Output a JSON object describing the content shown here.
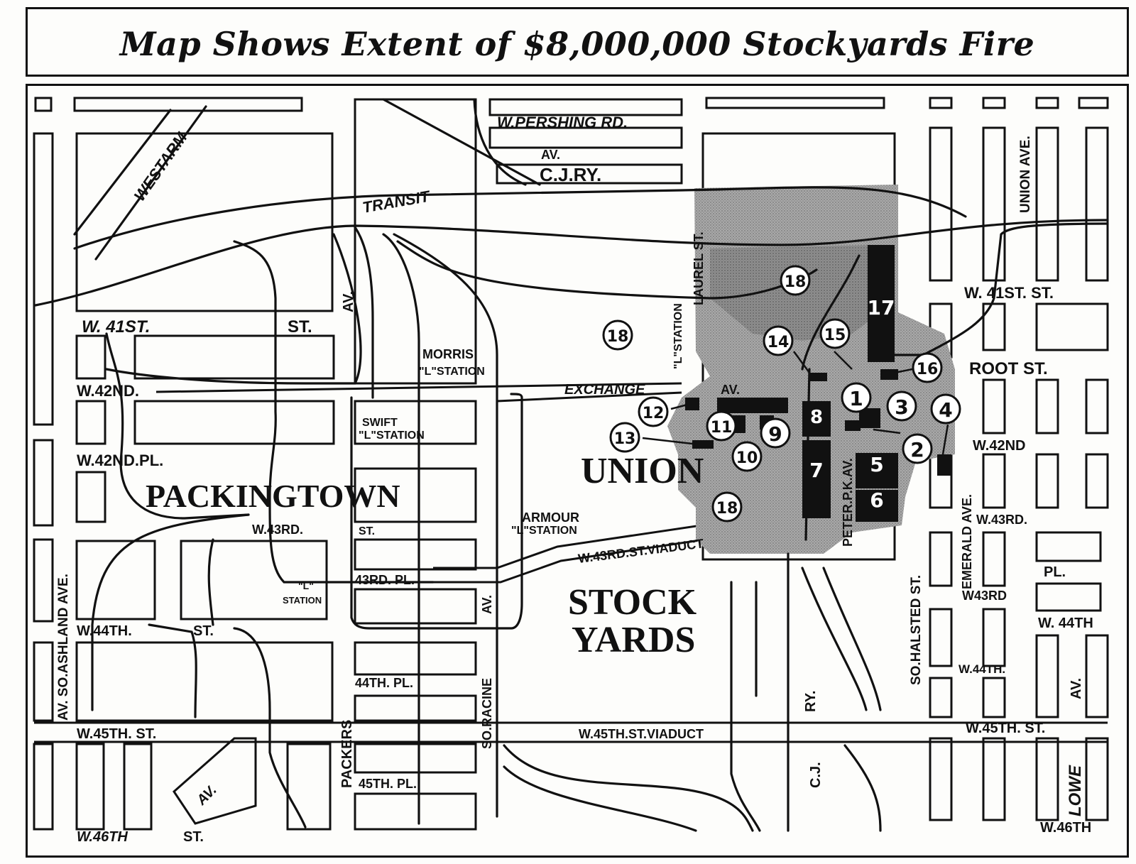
{
  "title": "Map Shows Extent of $8,000,000 Stockyards Fire",
  "districts": {
    "packingtown": "PACKINGTOWN",
    "union": "UNION",
    "stock": "STOCK",
    "yards": "YARDS"
  },
  "streets": {
    "pershing": "W.PERSHING RD.",
    "av_top": "AV.",
    "cjry": "C.J.RY.",
    "transit": "TRANSIT",
    "westarm": "WESTARM",
    "w41st": "W. 41ST.",
    "st_41": "ST.",
    "av_packers_top": "AV.",
    "w42nd": "W.42ND.",
    "w42nd_pl": "W.42ND.PL.",
    "morris": "MORRIS",
    "morris_station": "\"L\"STATION",
    "swift": "SWIFT",
    "swift_station": "\"L\"STATION",
    "exchange": "EXCHANGE",
    "exchange_av": "AV.",
    "l_station_vert": "\"L\"STATION",
    "laurel": "LAUREL ST.",
    "armour": "ARMOUR",
    "armour_station": "\"L\"STATION",
    "w43rd": "W.43RD.",
    "st_43": "ST.",
    "w43rd_viaduct": "W.43RD.ST.VIADUCT",
    "pl43": "43RD. PL.",
    "station_l": "\"L\"",
    "station_word": "STATION",
    "av_racine": "AV.",
    "w44th": "W.44TH.",
    "st_44": "ST.",
    "pl44": "44TH. PL.",
    "so_racine": "SO.RACINE",
    "packers": "PACKERS",
    "ashland": "AV. SO.ASHLAND AVE.",
    "w45th": "W.45TH. ST.",
    "w45th_viaduct": "W.45TH.ST.VIADUCT",
    "pl45": "45TH. PL.",
    "av_diag": "AV.",
    "w46th": "W.46TH",
    "st_46": "ST.",
    "ry": "RY.",
    "cj": "C.J.",
    "peter": "PETER.P.K.AV.",
    "union_ave": "UNION AVE.",
    "w41st_right": "W. 41ST. ST.",
    "root": "ROOT ST.",
    "w42nd_right": "W.42ND",
    "emerald": "EMERALD AVE.",
    "halsted": "SO.HALSTED ST.",
    "w43rd_right": "W.43RD.",
    "pl_right": "PL.",
    "w43rd_right2": "W43RD",
    "w44th_right": "W. 44TH",
    "w44th_right2": "W.44TH.",
    "av_right": "AV.",
    "w45th_right": "W.45TH. ST.",
    "lowe": "LOWE",
    "w46th_right": "W.46TH"
  },
  "markers": [
    "1",
    "2",
    "3",
    "4",
    "5",
    "6",
    "7",
    "8",
    "9",
    "10",
    "11",
    "12",
    "13",
    "14",
    "15",
    "16",
    "17",
    "18"
  ],
  "colors": {
    "ink": "#111111",
    "paper": "#fdfdfb",
    "burned_area": "#9a9a9a",
    "burned_dark": "#6e6e6e"
  }
}
